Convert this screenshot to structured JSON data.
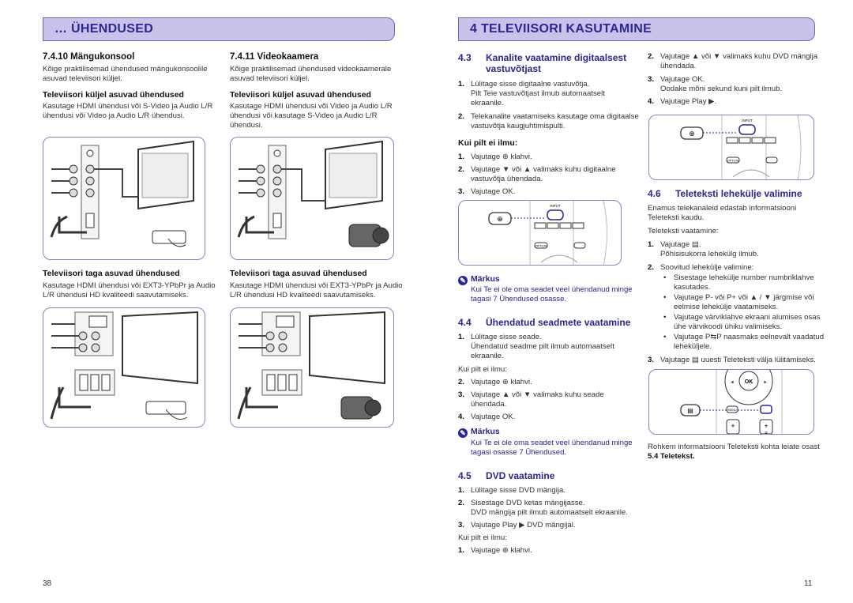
{
  "left_page": {
    "banner": "… ÜHENDUSED",
    "page_number": "38",
    "game": {
      "heading": "7.4.10 Mängukonsool",
      "intro": [
        "Kõige praktilisemad ühendused mängukonsoolile",
        "asuvad televiisori küljel."
      ],
      "side_heading": "Televiisori küljel asuvad ühendused",
      "side_text": [
        "Kasutage HDMI ühendusi või S-Video ja Audio L/R",
        "ühendusi või Video ja Audio L/R ühendusi."
      ],
      "back_heading": "Televiisori taga asuvad ühendused",
      "back_text": [
        "Kasutage HDMI ühendusi või EXT3-YPbPr ja Audio",
        "L/R ühendusi HD kvaliteedi saavutamiseks."
      ]
    },
    "camera": {
      "heading": "7.4.11 Videokaamera",
      "intro": [
        "Kõige praktilisemad ühendused videokaamerale",
        "asuvad televiisori küljel."
      ],
      "side_heading": "Televiisori küljel asuvad ühendused",
      "side_text": [
        "Kasutage HDMI ühendusi või Video ja Audio L/R",
        "ühendusi või kasutage S-Video ja Audio L/R",
        "ühendusi."
      ],
      "back_heading": "Televiisori taga asuvad ühendused",
      "back_text": [
        "Kasutage HDMI ühendusi või EXT3-YPbPr ja Audio",
        "L/R ühendusi HD kvaliteedi saavutamiseks."
      ]
    }
  },
  "right_page": {
    "banner": "4  TELEVIISORI KASUTAMINE",
    "page_number": "11",
    "s43": {
      "num": "4.3",
      "title": [
        "Kanalite vaatamine digitaalsest",
        "vastuvõtjast"
      ],
      "steps": [
        {
          "n": "1.",
          "lines": [
            "Lülitage sisse digitaalne vastuvõtja.",
            "Pilt Teie vastuvõtjast ilmub automaatselt",
            "ekraanile."
          ]
        },
        {
          "n": "2.",
          "lines": [
            "Telekanalite vaatamiseks kasutage oma digitaalse",
            "vastuvõtja kaugjuhtimispulti."
          ]
        }
      ],
      "sub": "Kui pilt ei ilmu:",
      "steps2": [
        {
          "n": "1.",
          "lines": [
            "Vajutage ⊕ klahvi."
          ]
        },
        {
          "n": "2.",
          "lines": [
            "Vajutage ▼ või ▲ valimaks kuhu digitaalne",
            "vastuvõtja ühendada."
          ]
        },
        {
          "n": "3.",
          "lines": [
            "Vajutage OK."
          ]
        }
      ],
      "note_head": "Märkus",
      "note_lines": [
        "Kui Te ei ole oma seadet veel ühendanud minge",
        "tagasi 7 Ühendused osasse."
      ]
    },
    "s44": {
      "num": "4.4",
      "title": "Ühendatud seadmete vaatamine",
      "step1": [
        "Lülitage sisse seade.",
        "Ühendatud seadme pilt ilmub automaatselt",
        "ekraanile."
      ],
      "sub": "Kui pilt ei ilmu:",
      "step2": "Vajutage ⊕ klahvi.",
      "step3": [
        "Vajutage ▲ või ▼ valimaks kuhu seade",
        "ühendada."
      ],
      "step4": "Vajutage OK.",
      "note_head": "Märkus",
      "note_lines": [
        "Kui Te ei ole oma seadet veel ühendanud minge",
        "tagasi osasse 7 Ühendused."
      ]
    },
    "s45": {
      "num": "4.5",
      "title": "DVD vaatamine",
      "steps": [
        "Lülitage sisse DVD mängija.",
        "Sisestage DVD ketas mängijasse.",
        "DVD mängija pilt ilmub automaatselt ekraanile.",
        "Vajutage Play ▶ DVD mängijal."
      ],
      "sub": "Kui pilt ei ilmu:",
      "last": "Vajutage ⊕ klahvi.",
      "cont1": [
        "Vajutage ▲ või ▼ valimaks kuhu DVD mängija",
        "ühendada."
      ],
      "cont3": [
        "Vajutage OK.",
        "Oodake mõni sekund kuni pilt ilmub."
      ],
      "cont4": "Vajutage Play ▶."
    },
    "s46": {
      "num": "4.6",
      "title": "Teleteksti lehekülje valimine",
      "intro": [
        "Enamus telekanaleid edastab informatsiooni",
        "Teleteksti kaudu."
      ],
      "label": "Teleteksti vaatamine:",
      "step1": [
        "Vajutage ▤.",
        "Põhisisukorra lehekülg ilmub."
      ],
      "step2": "Soovitud lehekülje valimine:",
      "bullets": [
        [
          "Sisestage lehekülje number numbriklahve",
          "kasutades."
        ],
        [
          "Vajutage P- või P+ või ▲ / ▼ järgmise või",
          "eelmise lehekülje vaatamiseks."
        ],
        [
          "Vajutage värviklahve ekraani alumises osas",
          "ühe värvikoodi ühiku valimiseks."
        ],
        [
          "Vajutage P⇆P naasmaks eelnevalt vaadatud",
          "leheküljele."
        ]
      ],
      "step3": "Vajutage ▤ uuesti Teleteksti välja lülitamiseks.",
      "footer": [
        "Rohkem informatsiooni Teleteksti kohta leiate osast",
        "5.4 Teletekst."
      ]
    },
    "remote": {
      "input": "INPUT",
      "option": "OPTION",
      "guide": "GUIDE",
      "menu": "MENU",
      "ok": "OK",
      "p": "P"
    }
  }
}
